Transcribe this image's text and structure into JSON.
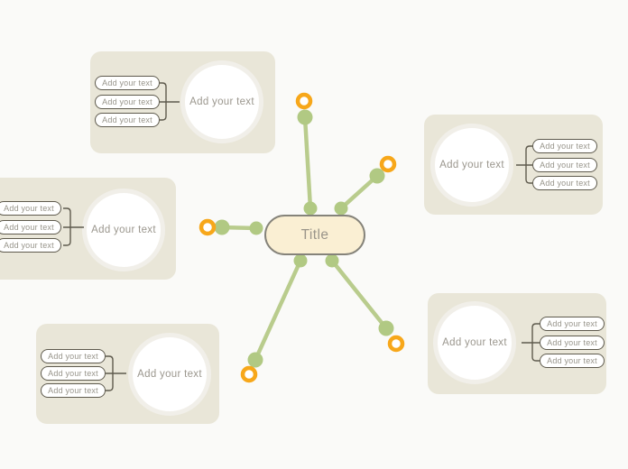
{
  "center": {
    "label": "Title"
  },
  "groups": [
    {
      "name": "top-left",
      "circle_label": "Add your text",
      "items": [
        "Add your text",
        "Add your text",
        "Add your text"
      ]
    },
    {
      "name": "middle-left",
      "circle_label": "Add your text",
      "items": [
        "Add your text",
        "Add your text",
        "Add your text"
      ]
    },
    {
      "name": "middle-right",
      "circle_label": "Add your text",
      "items": [
        "Add your text",
        "Add your text",
        "Add your text"
      ]
    },
    {
      "name": "bottom-left",
      "circle_label": "Add your text",
      "items": [
        "Add your text",
        "Add your text",
        "Add your text"
      ]
    },
    {
      "name": "bottom-right",
      "circle_label": "Add your text",
      "items": [
        "Add your text",
        "Add your text",
        "Add your text"
      ]
    }
  ],
  "handles": {
    "count": 5,
    "meaning": "add-topic-handle"
  },
  "colors": {
    "background": "#FAFAF8",
    "group_box": "#E9E6D8",
    "branch_green": "#B9CC8D",
    "dot_green": "#B1C983",
    "handle_orange": "#F7A71A",
    "center_fill": "#FAEFD3",
    "center_border": "#85837A",
    "connector_dark": "#5E5A4D",
    "text_gray": "#9B978E",
    "node_fill": "#FFFFFF",
    "circle_halo": "#F1EFE9"
  }
}
